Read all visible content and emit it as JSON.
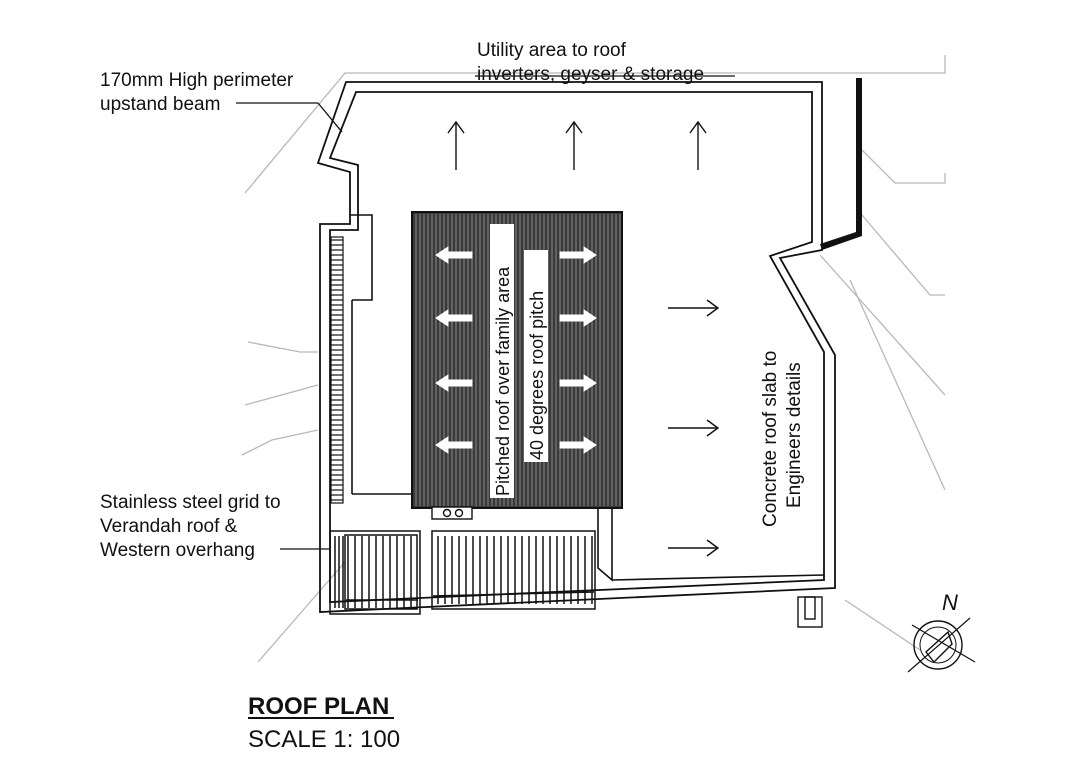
{
  "labels": {
    "utility_line1": "Utility area to roof",
    "utility_line2": "inverters, geyser & storage",
    "beam_line1": "170mm High perimeter",
    "beam_line2": "upstand beam",
    "grid_line1": "Stainless steel grid to",
    "grid_line2": "Verandah roof &",
    "grid_line3": "Western overhang",
    "pitched_line1": "Pitched roof over family area",
    "pitched_line2": "40 degrees roof pitch",
    "slab_line1": "Concrete roof slab to",
    "slab_line2": "Engineers details",
    "north": "N"
  },
  "title": {
    "name": "ROOF PLAN",
    "scale": "SCALE 1: 100"
  },
  "colors": {
    "ink": "#111111",
    "pitched_fill": "#3a3a3a",
    "leader_grey": "#b0b0b0"
  },
  "icons": {
    "north_arrow": "north-arrow-icon",
    "fall_arrow": "arrow-icon"
  }
}
